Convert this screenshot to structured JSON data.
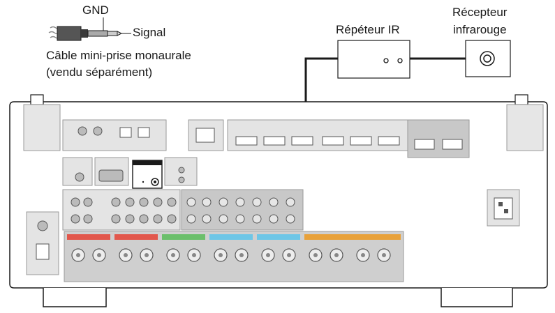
{
  "cable": {
    "gnd_label": "GND",
    "signal_label": "Signal",
    "caption_line1": "Câble mini-prise monaurale",
    "caption_line2": "(vendu séparément)"
  },
  "repeater": {
    "label": "Répéteur IR"
  },
  "receiver": {
    "label_line1": "Récepteur",
    "label_line2": "infrarouge"
  },
  "colors": {
    "front_left": "#e2574c",
    "front_right": "#e2574c",
    "center": "#6bbf6b",
    "surround_left": "#6ec6e6",
    "surround_right": "#6ec6e6",
    "surround_back": "#e8a13a",
    "panel_fill": "#d9d9d9",
    "outline": "#1a1a1a"
  }
}
